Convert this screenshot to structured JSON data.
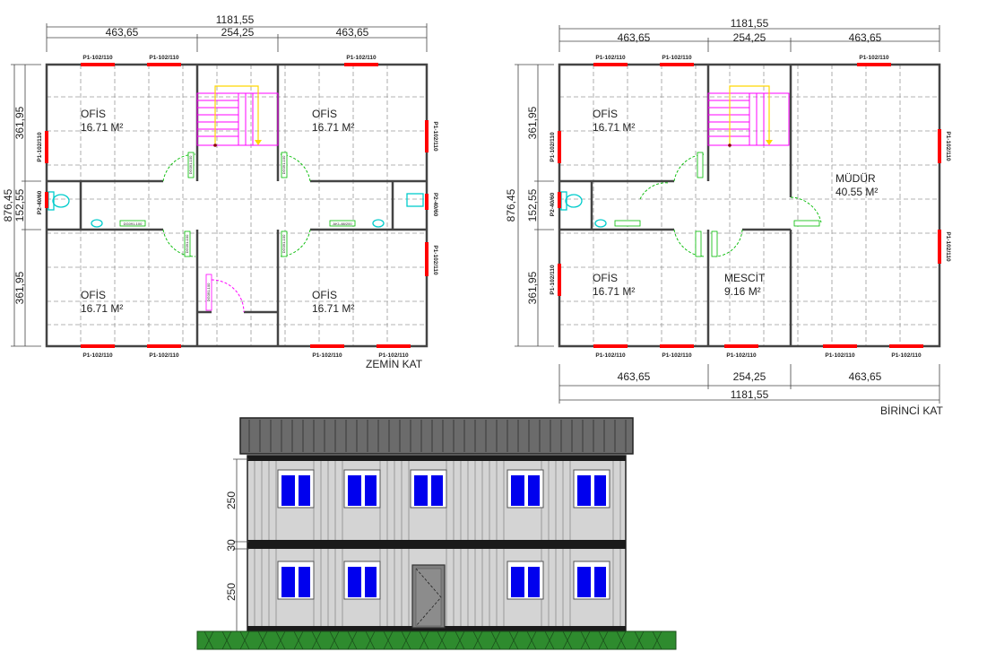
{
  "ground_floor": {
    "title": "ZEMİN KAT",
    "total_width": "1181,55",
    "top_segments": [
      "463,65",
      "254,25",
      "463,65"
    ],
    "total_height": "876,45",
    "left_segments": [
      "361,95",
      "152,55",
      "361,95"
    ],
    "rooms": [
      {
        "name": "OFİS",
        "area": "16.71 M²"
      },
      {
        "name": "OFİS",
        "area": "16.71 M²"
      },
      {
        "name": "OFİS",
        "area": "16.71 M²"
      },
      {
        "name": "OFİS",
        "area": "16.71 M²"
      }
    ],
    "window_label": "P1-102/110",
    "small_window_label": "P2-40/60",
    "door_labels": [
      "DG091-100",
      "DG091-100",
      "DG091-100",
      "DG091-100",
      "AK1-88/200",
      "DG091-100",
      "DG091-100"
    ]
  },
  "first_floor": {
    "title": "BİRİNCİ KAT",
    "total_width": "1181,55",
    "top_segments": [
      "463,65",
      "254,25",
      "463,65"
    ],
    "bottom_segments": [
      "463,65",
      "254,25",
      "463,65"
    ],
    "total_height": "876,45",
    "left_segments": [
      "361,95",
      "152,55",
      "361,95"
    ],
    "rooms": [
      {
        "name": "OFİS",
        "area": "16.71 M²"
      },
      {
        "name": "MÜDÜR",
        "area": "40.55 M²"
      },
      {
        "name": "OFİS",
        "area": "16.71 M²"
      },
      {
        "name": "MESCİT",
        "area": "9.16 M²"
      }
    ],
    "window_label": "P1-102/110",
    "small_window_label": "P2-40/60"
  },
  "elevation": {
    "heights": [
      "250",
      "30",
      "250"
    ]
  },
  "colors": {
    "wall": "#444444",
    "window": "#ff0000",
    "stair": "#ff00ff",
    "stair_arrow": "#ffd700",
    "door_swing": "#00bb00",
    "fixture": "#00cccc",
    "facade_glass": "#0000ee",
    "ground": "#2e8b2e"
  }
}
